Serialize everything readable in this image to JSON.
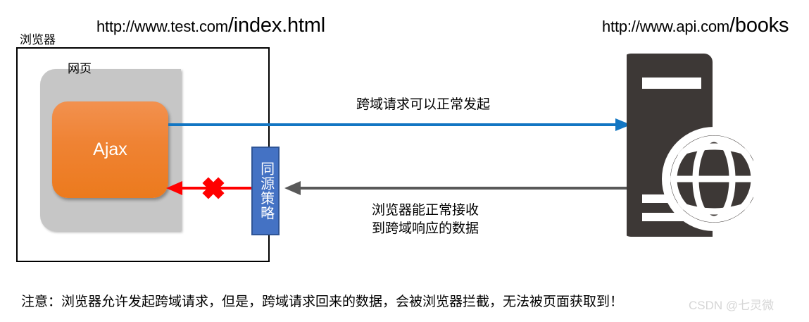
{
  "diagram": {
    "title_urls": {
      "client": {
        "host": "http://www.test.com",
        "path": "/index.html"
      },
      "server": {
        "host": "http://www.api.com",
        "path": "/books"
      }
    },
    "browser": {
      "label": "浏览器",
      "webpage_label": "网页",
      "ajax_label": "Ajax"
    },
    "same_origin_policy": {
      "label": "同源策略"
    },
    "arrows": {
      "request": {
        "caption": "跨域请求可以正常发起",
        "color": "#1276c3",
        "direction": "right"
      },
      "response": {
        "caption": "浏览器能正常接收\n到跨域响应的数据",
        "color": "#595959",
        "direction": "left"
      },
      "blocked": {
        "color": "#ff0000",
        "marker": "red-x",
        "direction": "left"
      }
    },
    "server": {
      "icon": "server-globe-icon",
      "color": "#3d3836"
    },
    "note": "注意：浏览器允许发起跨域请求，但是，跨域请求回来的数据，会被浏览器拦截，无法被页面获取到！",
    "watermark": "CSDN @七灵微",
    "colors": {
      "ajax_orange_top": "#f2914f",
      "ajax_orange_bottom": "#ec7a1d",
      "webpage_gray": "#c6c6c6",
      "sop_blue": "#4472c4",
      "sop_blue_border": "#2f5597",
      "blue_arrow": "#1276c3",
      "gray_arrow": "#595959",
      "red": "#ff0000",
      "server_dark": "#3d3836",
      "watermark_gray": "#d6d6d6"
    }
  }
}
